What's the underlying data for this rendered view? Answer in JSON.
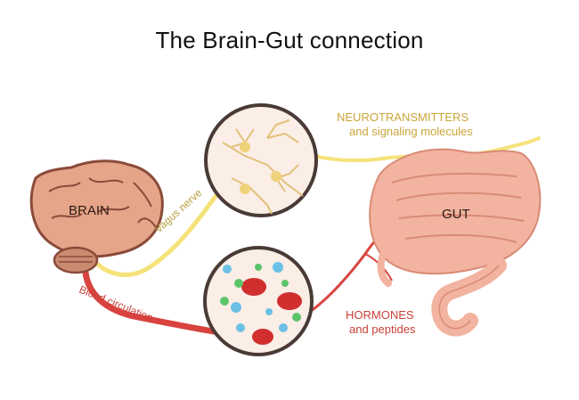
{
  "title": "The Brain-Gut connection",
  "labels": {
    "brain": "BRAIN",
    "gut": "GUT",
    "vagus": "Vagus nerve",
    "blood": "Blood circulation",
    "neuro_line1": "NEUROTRANSMITTERS",
    "neuro_line2": "and signaling molecules",
    "hormones_line1": "HORMONES",
    "hormones_line2": "and peptides"
  },
  "colors": {
    "brain": "#e6a589",
    "gut": "#f2b3a0",
    "vagus_nerve": "#f5e27a",
    "blood_vessel": "#d9433f",
    "neuro_text": "#c9a63a",
    "hormone_text": "#c8413a"
  },
  "icons": [
    "brain-illustration",
    "gut-illustration",
    "neurons-circle",
    "blood-cells-circle"
  ]
}
